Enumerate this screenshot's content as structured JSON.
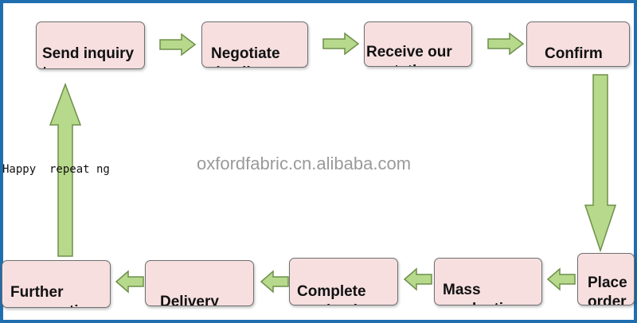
{
  "steps": {
    "send_inquiry": "Send inquiry\nto us",
    "negotiate": "Negotiate\ndetails",
    "receive_quotation": "Receive our\nquotation",
    "confirm_samples": "Confirm\nsamples",
    "place_order": "Place\norder",
    "mass_production": "Mass\nproduction",
    "complete_production": "Complete\nproduction",
    "delivery": "Delivery",
    "further_cooperation": "Further\ncooperation"
  },
  "loop_label": "Happy  repeat ng",
  "watermark": "oxfordfabric.cn.alibaba.com",
  "colors": {
    "box_fill": "#f7dfe0",
    "arrow_fill": "#b7d98c",
    "arrow_stroke": "#6e8f4a",
    "frame": "#1f6fb0"
  }
}
